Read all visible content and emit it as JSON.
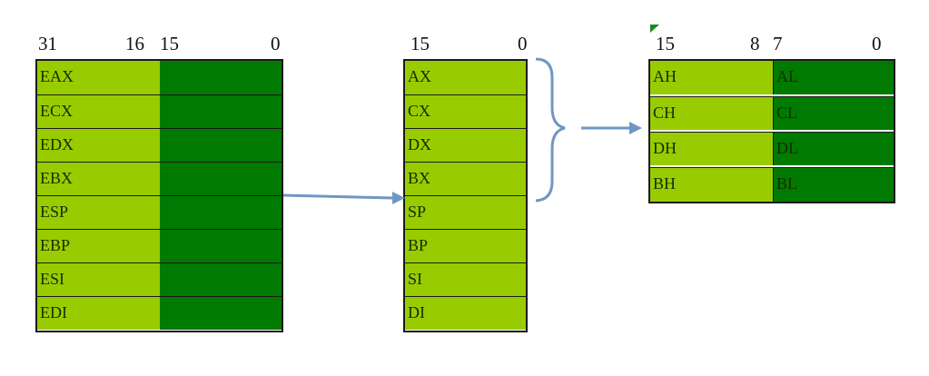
{
  "colors": {
    "low_half": "#007a00",
    "high_half": "#99cc00",
    "arrow": "#6f97c3",
    "border": "#1a1a1a"
  },
  "table32": {
    "bit_labels": [
      "31",
      "16",
      "15",
      "0"
    ],
    "rows": [
      "EAX",
      "ECX",
      "EDX",
      "EBX",
      "ESP",
      "EBP",
      "ESI",
      "EDI"
    ]
  },
  "table16": {
    "bit_labels": [
      "15",
      "0"
    ],
    "rows": [
      "AX",
      "CX",
      "DX",
      "BX",
      "SP",
      "BP",
      "SI",
      "DI"
    ]
  },
  "table8": {
    "bit_labels": [
      "15",
      "8",
      "7",
      "0"
    ],
    "rows": [
      {
        "high": "AH",
        "low": "AL"
      },
      {
        "high": "CH",
        "low": "CL"
      },
      {
        "high": "DH",
        "low": "DL"
      },
      {
        "high": "BH",
        "low": "BL"
      }
    ]
  }
}
